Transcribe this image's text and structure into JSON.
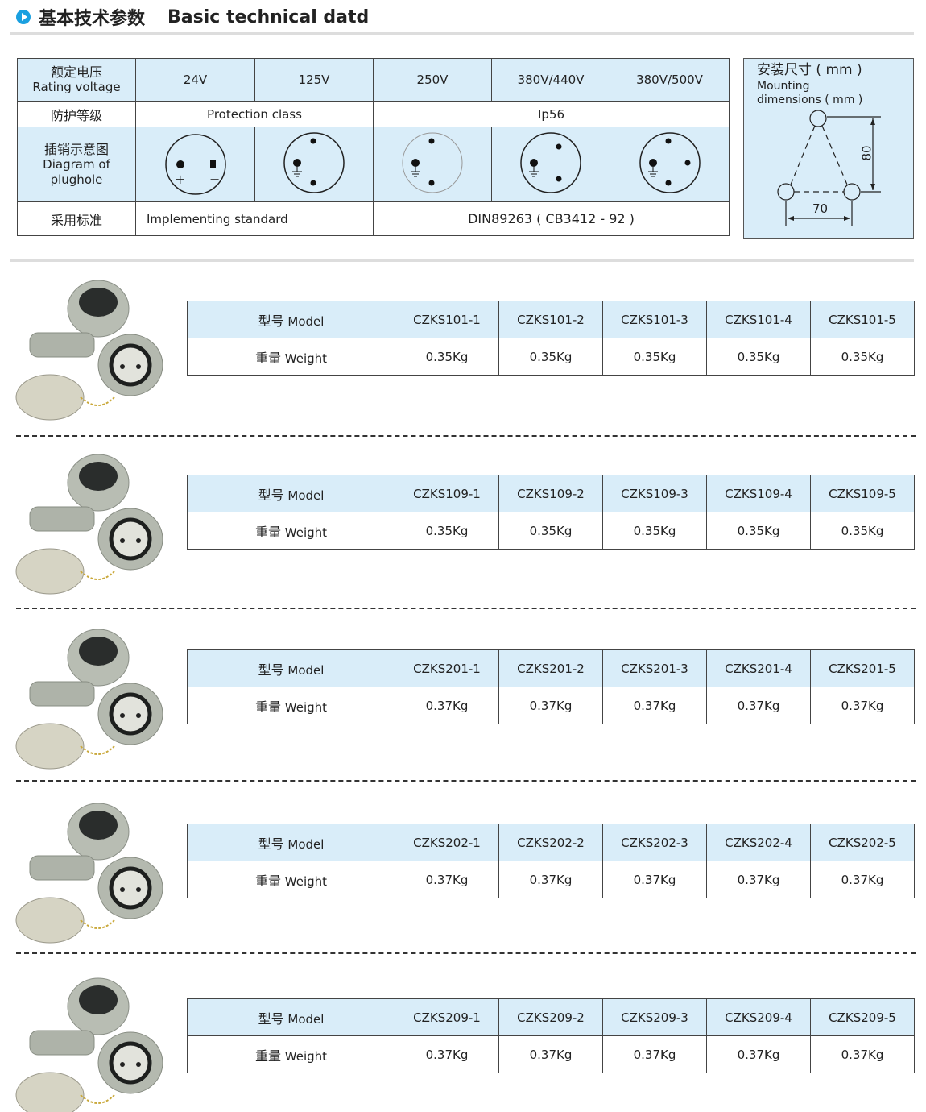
{
  "header": {
    "title_zh": "基本技术参数",
    "title_en": "Basic technical datd",
    "accent": "#1aa0e0"
  },
  "spec": {
    "rating": {
      "label_zh": "额定电压",
      "label_en": "Rating voltage",
      "values": [
        "24V",
        "125V",
        "250V",
        "380V/440V",
        "380V/500V"
      ]
    },
    "protection": {
      "label_zh": "防护等级",
      "label_en": "Protection class",
      "value": "Ip56"
    },
    "diagram": {
      "label_zh": "插销示意图",
      "label_en_1": "Diagram of",
      "label_en_2": "plughole",
      "plus": "+",
      "minus": "−"
    },
    "standard": {
      "label_zh": "采用标准",
      "label_en": "Implementing standard",
      "value": "DIN89263 ( CB3412 - 92 )"
    }
  },
  "mounting": {
    "title_zh": "安装尺寸 ( mm )",
    "title_en_1": "Mounting",
    "title_en_2": "dimensions ( mm )",
    "height": "80",
    "width": "70"
  },
  "products": [
    {
      "model_label_zh": "型号",
      "model_label_en": "Model",
      "weight_label_zh": "重量",
      "weight_label_en": "Weight",
      "models": [
        "CZKS101-1",
        "CZKS101-2",
        "CZKS101-3",
        "CZKS101-4",
        "CZKS101-5"
      ],
      "weights": [
        "0.35Kg",
        "0.35Kg",
        "0.35Kg",
        "0.35Kg",
        "0.35Kg"
      ]
    },
    {
      "model_label_zh": "型号",
      "model_label_en": "Model",
      "weight_label_zh": "重量",
      "weight_label_en": "Weight",
      "models": [
        "CZKS109-1",
        "CZKS109-2",
        "CZKS109-3",
        "CZKS109-4",
        "CZKS109-5"
      ],
      "weights": [
        "0.35Kg",
        "0.35Kg",
        "0.35Kg",
        "0.35Kg",
        "0.35Kg"
      ]
    },
    {
      "model_label_zh": "型号",
      "model_label_en": "Model",
      "weight_label_zh": "重量",
      "weight_label_en": "Weight",
      "models": [
        "CZKS201-1",
        "CZKS201-2",
        "CZKS201-3",
        "CZKS201-4",
        "CZKS201-5"
      ],
      "weights": [
        "0.37Kg",
        "0.37Kg",
        "0.37Kg",
        "0.37Kg",
        "0.37Kg"
      ]
    },
    {
      "model_label_zh": "型号",
      "model_label_en": "Model",
      "weight_label_zh": "重量",
      "weight_label_en": "Weight",
      "models": [
        "CZKS202-1",
        "CZKS202-2",
        "CZKS202-3",
        "CZKS202-4",
        "CZKS202-5"
      ],
      "weights": [
        "0.37Kg",
        "0.37Kg",
        "0.37Kg",
        "0.37Kg",
        "0.37Kg"
      ]
    },
    {
      "model_label_zh": "型号",
      "model_label_en": "Model",
      "weight_label_zh": "重量",
      "weight_label_en": "Weight",
      "models": [
        "CZKS209-1",
        "CZKS209-2",
        "CZKS209-3",
        "CZKS209-4",
        "CZKS209-5"
      ],
      "weights": [
        "0.37Kg",
        "0.37Kg",
        "0.37Kg",
        "0.37Kg",
        "0.37Kg"
      ]
    }
  ]
}
